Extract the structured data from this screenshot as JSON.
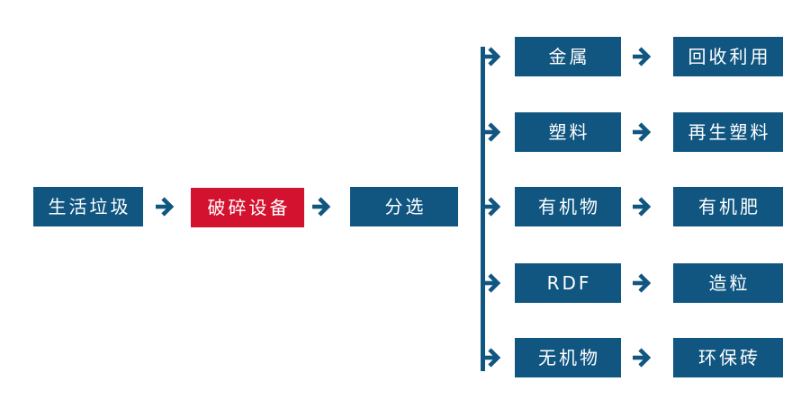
{
  "diagram": {
    "description_labels": {
      "source": "生活垃圾",
      "crusher": "破碎设备",
      "sorter": "分选"
    }
  },
  "branches": [
    {
      "item": "金属",
      "result": "回收利用"
    },
    {
      "item": "塑料",
      "result": "再生塑料"
    },
    {
      "item": "有机物",
      "result": "有机肥"
    },
    {
      "item": "RDF",
      "result": "造粒"
    },
    {
      "item": "无机物",
      "result": "环保砖"
    }
  ],
  "colors": {
    "node_blue": "#105681",
    "node_red": "#d2122e",
    "arrow_blue": "#105681",
    "text": "#ffffff",
    "background": "#ffffff"
  },
  "icons": {
    "arrow_right": "→"
  }
}
